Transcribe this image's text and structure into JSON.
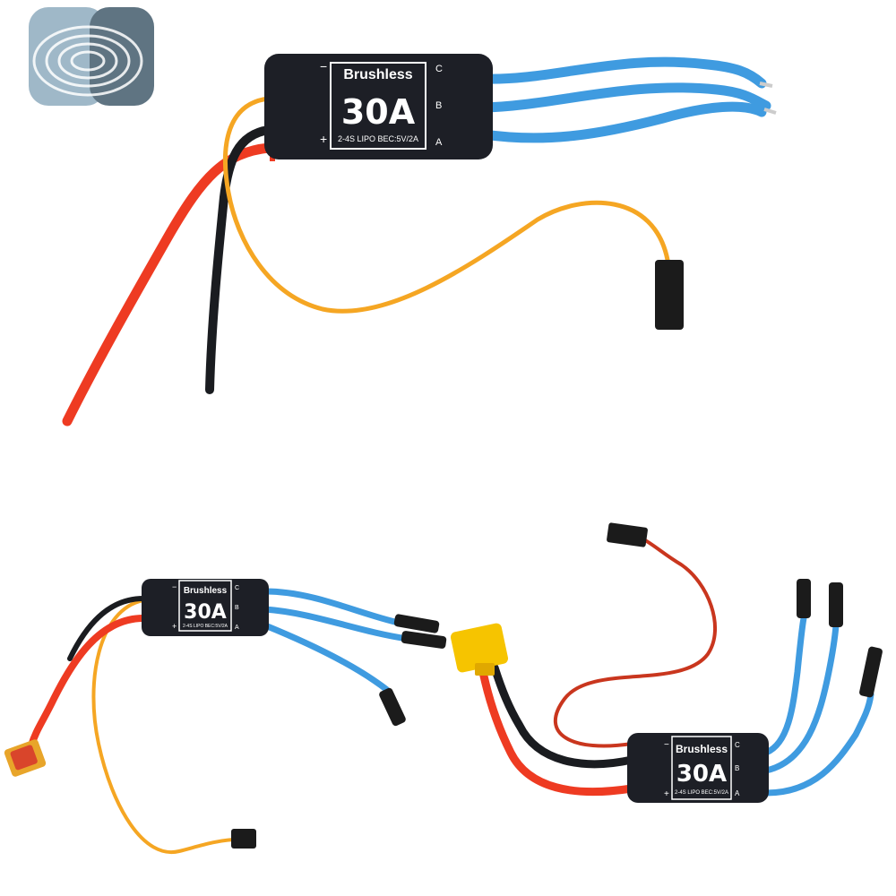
{
  "colors": {
    "logo_left": "#9fb8c8",
    "logo_right": "#5f7482",
    "esc_body": "#1d1f26",
    "motor_wire": "#3f9be0",
    "power_red": "#ee3b22",
    "power_black": "#1a1c20",
    "signal_orange": "#f5a623",
    "xt60_yellow": "#f6c400"
  },
  "icons": {
    "logo": "concentric-rings-logo"
  },
  "esc_large": {
    "title": "Brushless",
    "rating": "30A",
    "spec": "2-4S LIPO   BEC:5V/2A",
    "mark_minus": "−",
    "mark_plus": "+",
    "pad_c": "C",
    "pad_b": "B",
    "pad_a": "A"
  },
  "esc_left": {
    "title": "Brushless",
    "rating": "30A",
    "spec": "2-4S LIPO  BEC:5V/2A",
    "mark_minus": "−",
    "mark_plus": "+",
    "pad_c": "C",
    "pad_b": "B",
    "pad_a": "A"
  },
  "esc_right": {
    "title": "Brushless",
    "rating": "30A",
    "spec": "2-4S LIPO  BEC:5V/2A",
    "mark_minus": "−",
    "mark_plus": "+",
    "pad_c": "C",
    "pad_b": "B",
    "pad_a": "A"
  }
}
